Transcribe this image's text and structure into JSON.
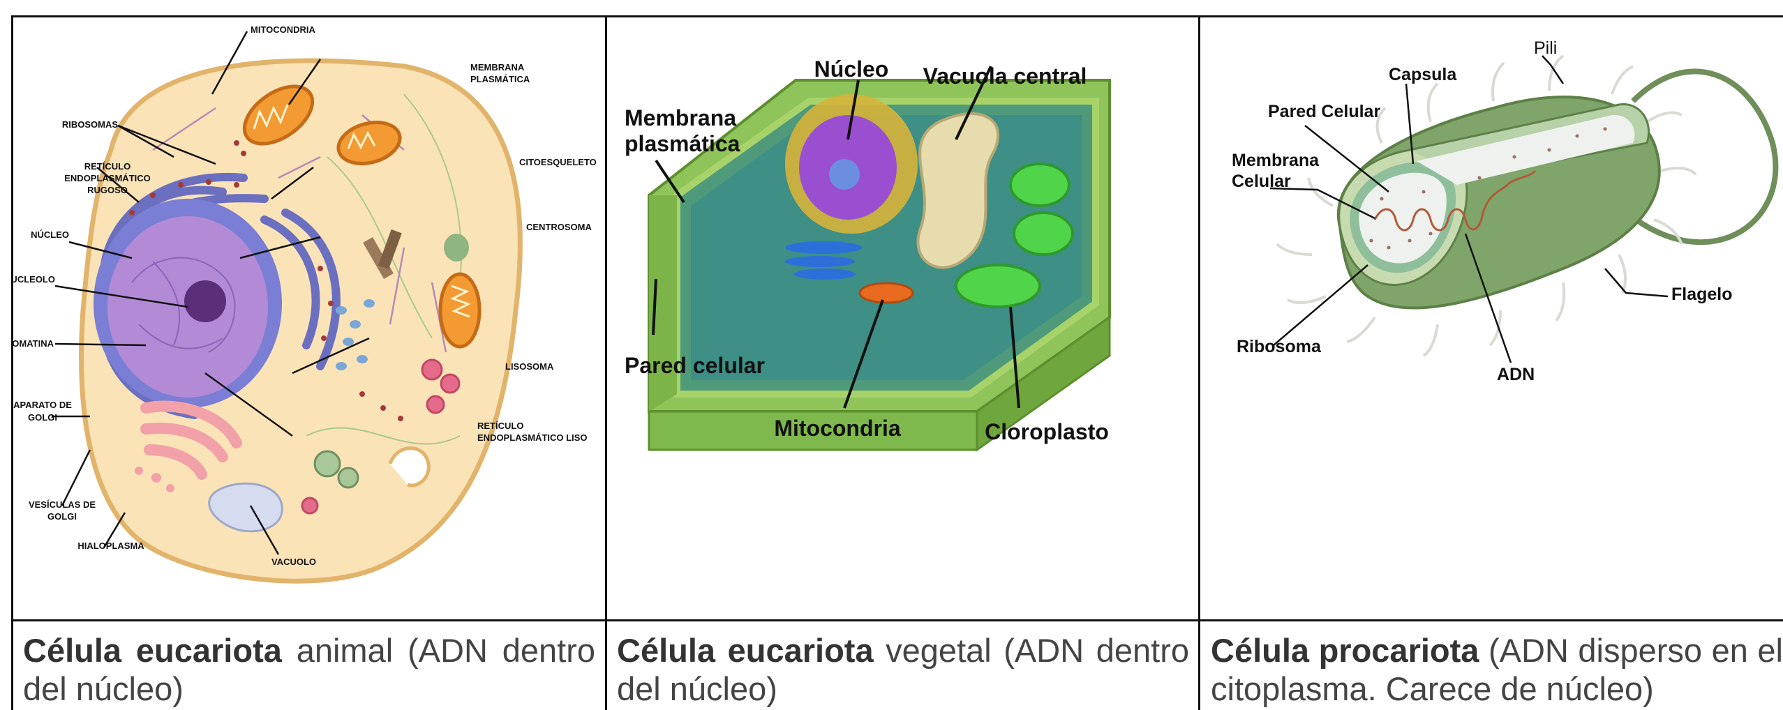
{
  "panels": [
    {
      "id": "animal",
      "labels": {
        "mitocondria": "MITOCONDRIA",
        "membrana1": "MEMBRANA",
        "membrana2": "PLASMÁTICA",
        "ribosomas": "RIBOSOMAS",
        "reticulo1": "RETÍCULO",
        "reticulo2": "ENDOPLASMÁTICO",
        "reticulo3": "RUGOSO",
        "citoesqueleto": "CITOESQUELETO",
        "centrosoma": "CENTROSOMA",
        "nucleo": "NÚCLEO",
        "nucleolo": "NUCLEOLO",
        "cromatina": "CROMATINA",
        "lisosoma": "LISOSOMA",
        "golgi1": "APARATO DE",
        "golgi2": "GOLGI",
        "liso1": "RETÍCULO",
        "liso2": "ENDOPLASMÁTICO LISO",
        "vesiculas1": "VESÍCULAS DE",
        "vesiculas2": "GOLGI",
        "hialoplasma": "HIALOPLASMA",
        "vacuolo": "VACUOLO"
      },
      "caption_bold": "Célula eucariota",
      "caption_rest": " animal (ADN dentro del núcleo)"
    },
    {
      "id": "vegetal",
      "labels": {
        "nucleo": "Núcleo",
        "vacuola": "Vacuola central",
        "membrana1": "Membrana",
        "membrana2": "plasmática",
        "pared": "Pared celular",
        "mitocondria": "Mitocondria",
        "cloroplasto": "Cloroplasto"
      },
      "caption_bold": "Célula eucariota",
      "caption_rest": " vegetal (ADN dentro del núcleo)"
    },
    {
      "id": "procariota",
      "labels": {
        "pili": "Pili",
        "capsula": "Capsula",
        "pared": "Pared Celular",
        "membrana1": "Membrana",
        "membrana2": "Celular",
        "flagelo": "Flagelo",
        "ribosoma": "Ribosoma",
        "adn": "ADN"
      },
      "caption_bold": "Célula procariota",
      "caption_rest": " (ADN disperso en el citoplasma. Carece de núcleo)"
    }
  ]
}
